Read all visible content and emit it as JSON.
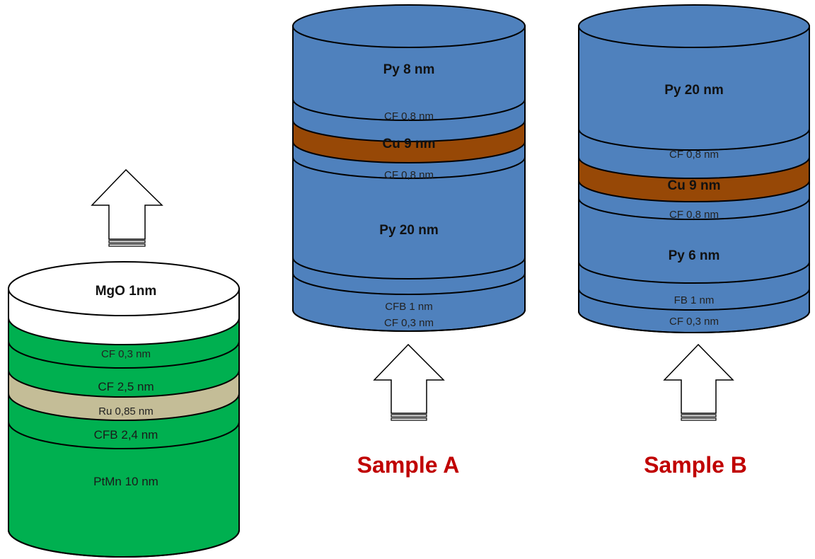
{
  "stack_left": {
    "layers": [
      "MgO 1nm",
      "CF 0,3 nm",
      "CF 2,5 nm",
      "Ru 0,85 nm",
      "CFB 2,4 nm",
      "PtMn 10 nm"
    ]
  },
  "sample_a": {
    "caption": "Sample A",
    "layers": [
      "Py 8 nm",
      "CF 0,8 nm",
      "Cu 9 nm",
      "CF 0,8 nm",
      "Py 20 nm",
      "CFB 1 nm",
      "CF 0,3 nm"
    ]
  },
  "sample_b": {
    "caption": "Sample B",
    "layers": [
      "Py 20 nm",
      "CF 0,8 nm",
      "Cu 9 nm",
      "CF 0,8 nm",
      "Py 6 nm",
      "FB 1 nm",
      "CF 0,3 nm"
    ]
  },
  "colors": {
    "green": "#00b050",
    "blue": "#4f81bd",
    "copper": "#974806",
    "ruthenium": "#c4bd97",
    "oxide": "#ffffff",
    "caption": "#c00000"
  }
}
